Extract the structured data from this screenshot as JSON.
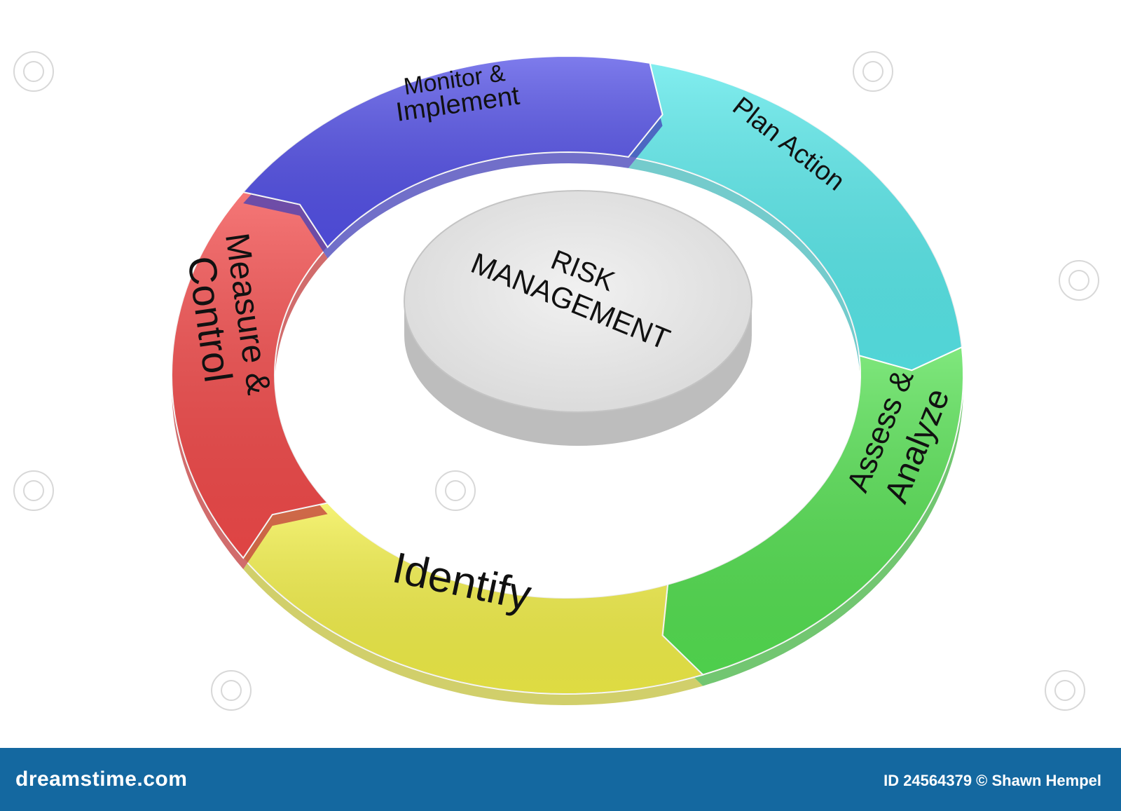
{
  "diagram": {
    "center_title_line1": "RISK",
    "center_title_line2": "MANAGEMENT",
    "segments": [
      {
        "label": "Plan Action",
        "color": "#58e8ea"
      },
      {
        "label": "Assess &",
        "label2": "Analyze",
        "color": "#55e052"
      },
      {
        "label": "Identify",
        "color": "#f2ef48"
      },
      {
        "label": "Measure &",
        "label2": "Control",
        "color": "#f24a4a"
      },
      {
        "label": "Monitor &",
        "label2": "Implement",
        "color": "#5350e6"
      }
    ]
  },
  "footer": {
    "brand": "dreamstime.com",
    "credit": "ID 24564379 © Shawn Hempel",
    "background": "#1468a0"
  }
}
